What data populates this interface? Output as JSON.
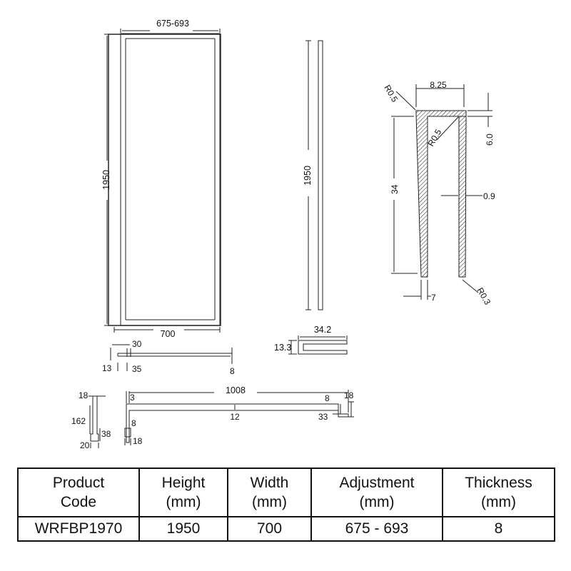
{
  "panel": {
    "width_adjust_label": "675-693",
    "height_label": "1950",
    "width_label": "700"
  },
  "side_view": {
    "height_label": "1950"
  },
  "profile": {
    "radius_top_left": "R0.5",
    "top_width": "8.25",
    "radius_inner": "R0.5",
    "top_height": "6.0",
    "depth": "34",
    "wall": "0.9",
    "bottom_gap": "7",
    "radius_bottom": "R0.3"
  },
  "top_section": {
    "a": "30",
    "b": "13",
    "c": "35",
    "d": "8"
  },
  "channel": {
    "width": "34.2",
    "height": "13.3"
  },
  "bottom_bar": {
    "left_height": "18",
    "left_3": "3",
    "length": "1008",
    "mid": "12",
    "right_8": "8",
    "right_18": "18",
    "right_33": "33"
  },
  "wall_profile": {
    "top": "18",
    "height": "162",
    "r38": "38",
    "r8": "8",
    "r18": "18",
    "base": "20"
  },
  "table": {
    "headers": [
      [
        "Product",
        "Code"
      ],
      [
        "Height",
        "(mm)"
      ],
      [
        "Width",
        "(mm)"
      ],
      [
        "Adjustment",
        "(mm)"
      ],
      [
        "Thickness",
        "(mm)"
      ]
    ],
    "row": [
      "WRFBP1970",
      "1950",
      "700",
      "675 - 693",
      "8"
    ]
  }
}
